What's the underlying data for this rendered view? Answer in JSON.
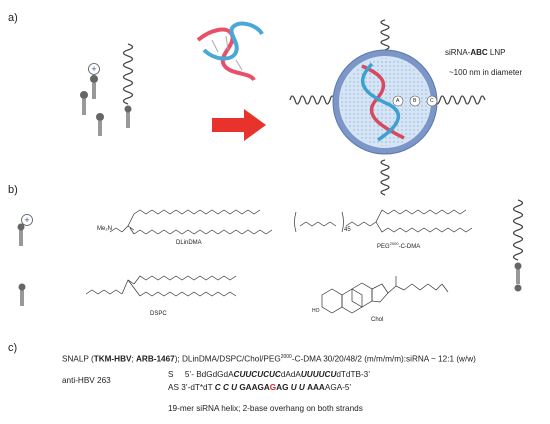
{
  "panels": {
    "a": "a)",
    "b": "b)",
    "c": "c)"
  },
  "panel_a": {
    "lnp_label_prefix": "siRNA-",
    "lnp_label_bold": "ABC",
    "lnp_label_suffix": " LNP",
    "diameter": "~100 nm in diameter",
    "circle_labels": [
      "A",
      "B",
      "C"
    ],
    "arrow_color": "#e8322c",
    "lnp_core_color": "#bcd6ee",
    "lnp_shell_color": "#7c97c7"
  },
  "panel_b": {
    "mol1_name": "DLinDMA",
    "mol1_amine": "Me₂N",
    "mol2_name": "PEG",
    "mol2_sup": "2000",
    "mol2_suffix": "-C-DMA",
    "mol2_subscript": "45",
    "mol3_name": "DSPC",
    "mol4_name": "Chol",
    "ho": "HO"
  },
  "panel_c": {
    "line1_pre": "SNALP (",
    "line1_b1": "TKM-HBV",
    "line1_mid": "; ",
    "line1_b2": "ARB-1467",
    "line1_post": "); DLinDMA/DSPC/Chol/PEG",
    "line1_sup": "2000",
    "line1_end": "-C-DMA 30/20/48/2 (m/m/m/m):siRNA ~ 12:1 (w/w)",
    "anti_label": "anti-HBV 263",
    "s_label": "S",
    "s_pre": "5’- BdGdGdA",
    "s_b1": "CUUCUCUC",
    "s_mid": "dAdA",
    "s_b2": "UUUUCU",
    "s_post": "dTdTB-3’",
    "as_label": "AS",
    "as_pre": "3’-dT*dT ",
    "as_b1": "C C U ",
    "as_b2": "GAAGA",
    "as_red": "G",
    "as_b3": "AG",
    "as_b4": " U U ",
    "as_b5": "AAA",
    "as_post": "AGA-5’",
    "footnote": "19-mer siRNA helix; 2-base overhang on both strands"
  }
}
